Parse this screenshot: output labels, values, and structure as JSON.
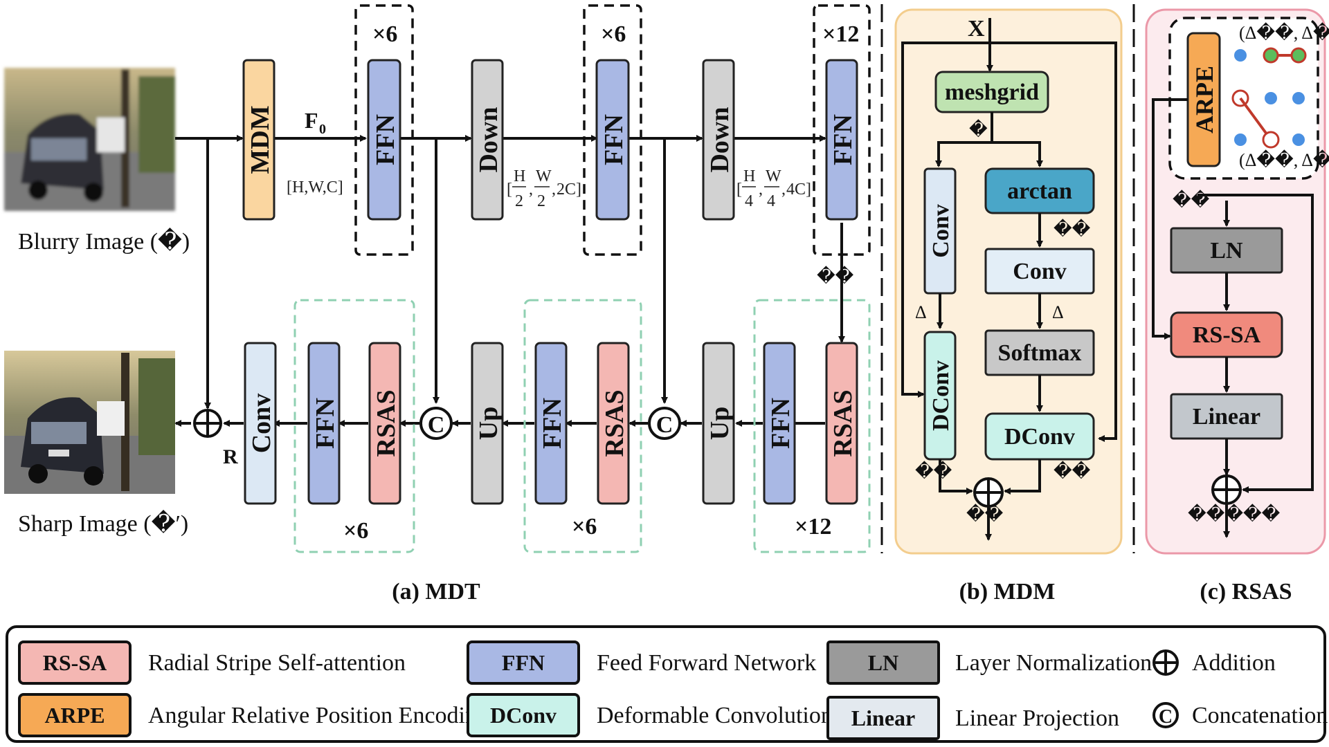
{
  "colors": {
    "rssa": "#f4b7b3",
    "arpe": "#f6a955",
    "ffn": "#a9b8e4",
    "dconv": "#c9f2ea",
    "ln": "#9a9a9a",
    "linear": "#e3e9ef",
    "mdm": "#fad6a0",
    "down_up": "#d2d2d2",
    "conv": "#dce8f4",
    "meshgrid": "#bfe3b1",
    "arctan": "#4aa6c8",
    "softmax": "#c8c8c8",
    "panel_mdm_bg": "#fdf0dc",
    "panel_mdm_border": "#f3cd8d",
    "panel_rsas_bg": "#fcebee",
    "panel_rsas_border": "#eb98a8",
    "dash_green": "#8fd0b2",
    "dot_blue": "#4a90e2",
    "dot_green": "#5cbd5c",
    "dot_red": "#c0392b"
  },
  "images": {
    "blurry_label": "Blurry Image (�)",
    "sharp_label": "Sharp Image (�′)"
  },
  "mdt": {
    "caption": "(a) MDT",
    "mdm_block": "MDM",
    "f0_label": "F",
    "f0_sub": "0",
    "dim1": "[H,W,C]",
    "dim2": "2C]",
    "dim3": "4C]",
    "frac_h": "H",
    "frac_w": "W",
    "den2": "2",
    "den4": "4",
    "ffn": "FFN",
    "down": "Down",
    "up": "Up",
    "rsas": "RSAS",
    "conv": "Conv",
    "concat_symbol": "C",
    "r_label": "R",
    "x6": "×6",
    "x12": "×12",
    "garbled": "��"
  },
  "mdm": {
    "caption": "(b) MDM",
    "x_label": "X",
    "meshgrid": "meshgrid",
    "arctan": "arctan",
    "conv_vertical": "Conv",
    "conv": "Conv",
    "softmax": "Softmax",
    "dconv_vertical": "DConv",
    "dconv": "DConv",
    "delta": "Δ",
    "garbled_small": "�",
    "garbled_pair": "��"
  },
  "rsas": {
    "caption": "(c) RSAS",
    "arpe": "ARPE",
    "ln": "LN",
    "rssa": "RS-SA",
    "linear": "Linear",
    "delta_top": "(Δ��, Δ��)",
    "delta_bottom": "(Δ��, Δ��)",
    "in_label": "��",
    "out_label": "�����"
  },
  "legend": [
    {
      "tag": "RS-SA",
      "desc": "Radial Stripe Self-attention"
    },
    {
      "tag": "ARPE",
      "desc": "Angular Relative Position Encoding"
    },
    {
      "tag": "FFN",
      "desc": "Feed Forward Network"
    },
    {
      "tag": "DConv",
      "desc": "Deformable Convolution"
    },
    {
      "tag": "LN",
      "desc": "Layer Normalization"
    },
    {
      "tag": "Linear",
      "desc": "Linear Projection"
    },
    {
      "tag": "⊕",
      "desc": "Addition"
    },
    {
      "tag": "C",
      "desc": "Concatenation"
    }
  ]
}
